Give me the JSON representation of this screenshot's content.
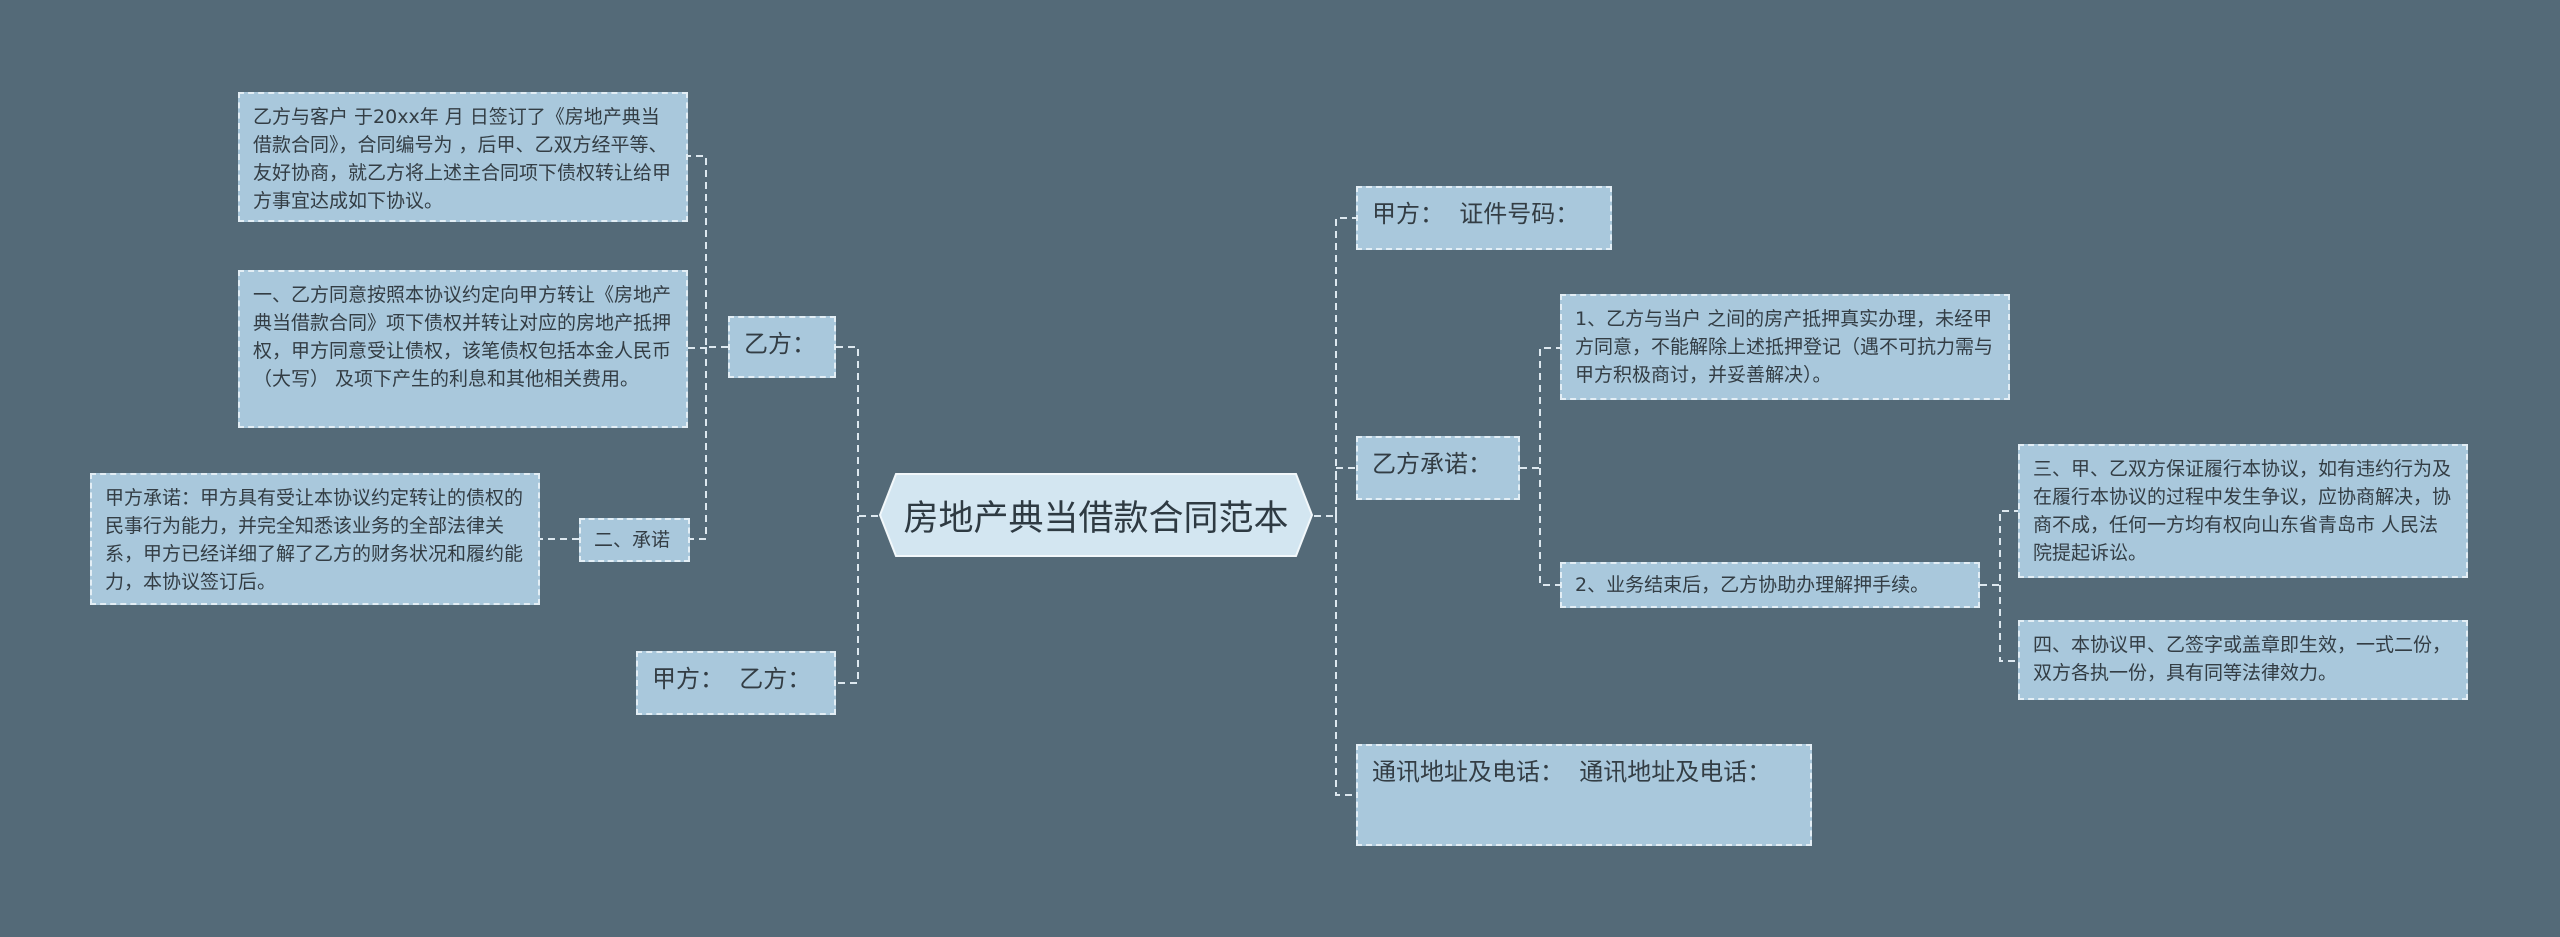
{
  "root": {
    "label": "房地产典当借款合同范本"
  },
  "left": {
    "yifang": {
      "label": "乙方：",
      "children": {
        "intro": "乙方与客户 于20xx年 月 日签订了《房地产典当借款合同》，合同编号为 ，后甲、乙双方经平等、友好协商，就乙方将上述主合同项下债权转让给甲方事宜达成如下协议。",
        "clause1": "一、乙方同意按照本协议约定向甲方转让《房地产典当借款合同》项下债权并转让对应的房地产抵押权，甲方同意受让债权，该笔债权包括本金人民币（大写） 及项下产生的利息和其他相关费用。",
        "chengnuo": {
          "label": "二、承诺",
          "detail": "甲方承诺：甲方具有受让本协议约定转让的债权的民事行为能力，并完全知悉该业务的全部法律关系，甲方已经详细了解了乙方的财务状况和履约能力，本协议签订后。"
        }
      }
    },
    "jiayi": {
      "label": "甲方：  乙方："
    }
  },
  "right": {
    "jiafang": {
      "label": "甲方：  证件号码："
    },
    "yifang_promise": {
      "label": "乙方承诺：",
      "item1": "1、乙方与当户 之间的房产抵押真实办理，未经甲方同意，不能解除上述抵押登记（遇不可抗力需与甲方积极商讨，并妥善解决）。",
      "item2": {
        "label": "2、业务结束后，乙方协助办理解押手续。",
        "sub3": "三、甲、乙双方保证履行本协议，如有违约行为及在履行本协议的过程中发生争议，应协商解决，协商不成，任何一方均有权向山东省青岛市 人民法院提起诉讼。",
        "sub4": "四、本协议甲、乙签字或盖章即生效，一式二份，双方各执一份，具有同等法律效力。"
      }
    },
    "contact": {
      "label": "通讯地址及电话：  通讯地址及电话："
    }
  },
  "colors": {
    "background": "#546a78",
    "node": "#a9c8dc",
    "root": "#d3e6f1",
    "line": "#dde8ef"
  }
}
